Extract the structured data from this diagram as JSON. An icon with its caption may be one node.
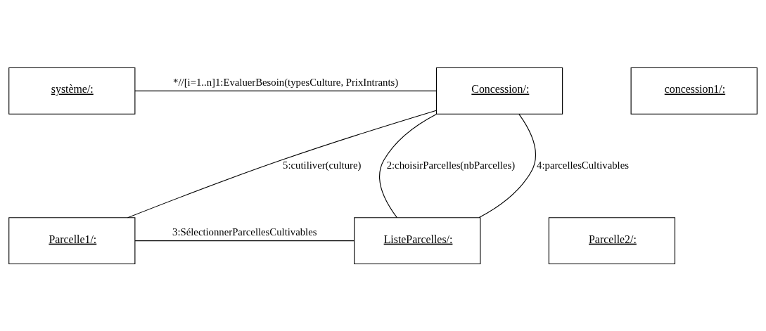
{
  "diagram": {
    "nodes": [
      {
        "text": [
          "système/:"
        ]
      },
      {
        "text": [
          "concession1/:"
        ]
      },
      {
        "text": [
          "Concession/:"
        ]
      },
      {
        "text": [
          "Parcelle1/:"
        ]
      },
      {
        "text": [
          "Parcelle2/:"
        ]
      },
      {
        "text": [
          "ListeParcelles/:"
        ]
      }
    ],
    "edges": [
      {
        "from": 0,
        "to": 2,
        "arrow": "none",
        "label": "*//[i=1..n]1:EvaluerBesoin(typesCulture, PrixIntrants)"
      },
      {
        "from": 2,
        "to": 5,
        "arrow": "none",
        "label": "2:choisirParcelles(nbParcelles)"
      },
      {
        "from": 3,
        "to": 5,
        "arrow": "none",
        "label": "3:SélectionnerParcellesCultivables"
      },
      {
        "from": 5,
        "to": 2,
        "arrow": "none",
        "label": "4:parcellesCultivables"
      },
      {
        "from": 2,
        "to": 3,
        "arrow": "none",
        "label": "5:cutiliver(culture)"
      }
    ]
  }
}
